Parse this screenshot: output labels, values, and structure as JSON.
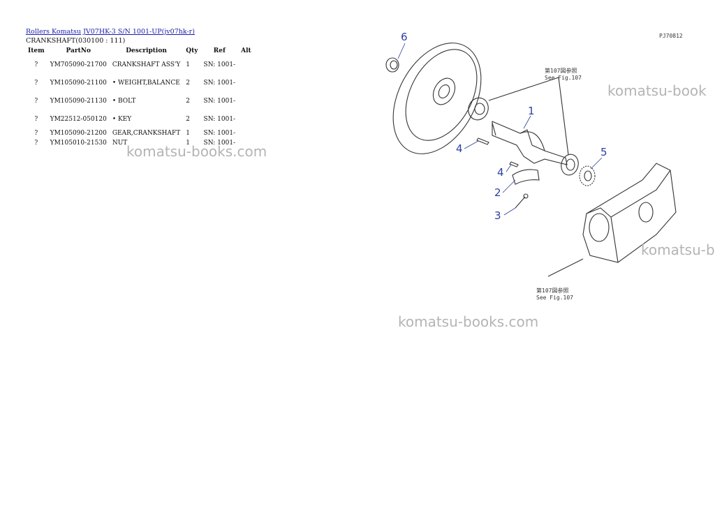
{
  "breadcrumb": {
    "link1": "Rollers Komatsu",
    "link2": "JV07HK-3 S/N 1001-UP(jv07hk-r)"
  },
  "subtitle": "CRANKSHAFT(030100 : 111)",
  "table": {
    "headers": [
      "Item",
      "PartNo",
      "Description",
      "Qty",
      "Ref",
      "Alt"
    ],
    "rows": [
      {
        "item": "?",
        "part": "YM705090-21700",
        "desc": "CRANKSHAFT ASS'Y",
        "qty": "1",
        "ref": "SN: 1001-",
        "alt": ""
      },
      {
        "item": "?",
        "part": "YM105090-21100",
        "desc": "• WEIGHT,BALANCE",
        "qty": "2",
        "ref": "SN: 1001-",
        "alt": ""
      },
      {
        "item": "?",
        "part": "YM105090-21130",
        "desc": "• BOLT",
        "qty": "2",
        "ref": "SN: 1001-",
        "alt": ""
      },
      {
        "item": "?",
        "part": "YM22512-050120",
        "desc": "• KEY",
        "qty": "2",
        "ref": "SN: 1001-",
        "alt": ""
      },
      {
        "item": "?",
        "part": "YM105090-21200",
        "desc": "GEAR,CRANKSHAFT",
        "qty": "1",
        "ref": "SN: 1001-",
        "alt": ""
      },
      {
        "item": "?",
        "part": "YM105010-21530",
        "desc": "NUT",
        "qty": "1",
        "ref": "SN: 1001-",
        "alt": ""
      }
    ]
  },
  "watermarks": [
    "komatsu-books.com",
    "komatsu-book",
    "komatsu-b",
    "komatsu-books.com"
  ],
  "diagram": {
    "code": "PJ70812",
    "callouts": [
      "1",
      "2",
      "3",
      "4",
      "4",
      "5",
      "6"
    ],
    "ref_top_jp": "第107図参照",
    "ref_top_en": "See Fig.107",
    "ref_bottom_jp": "第107図参照",
    "ref_bottom_en": "See Fig.107",
    "callout_color": "#2a3f9e"
  }
}
